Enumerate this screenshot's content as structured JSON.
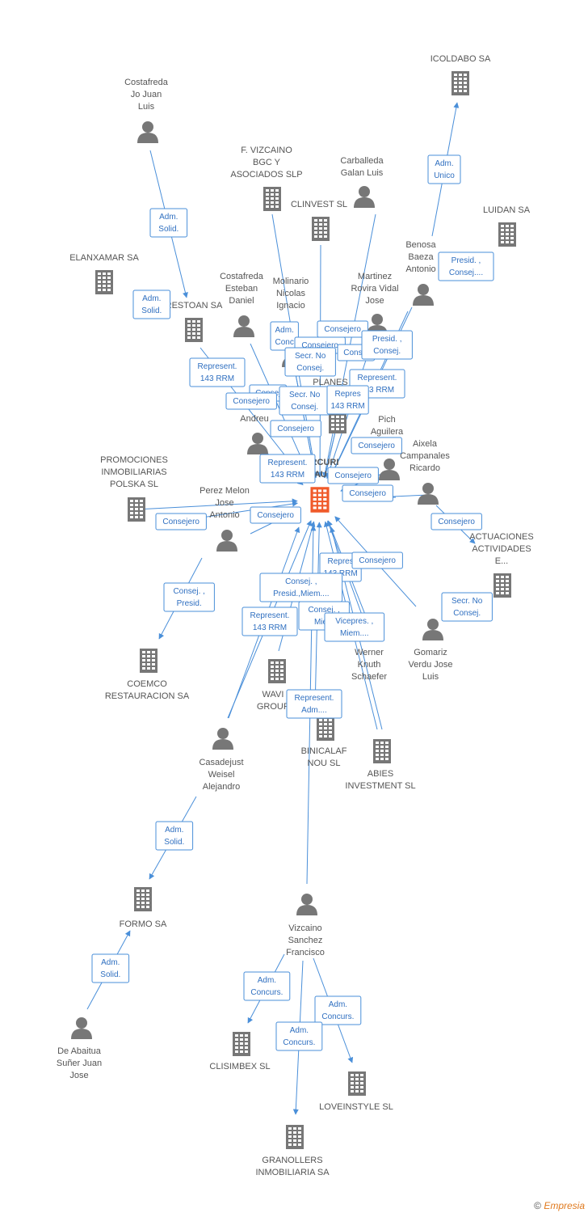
{
  "colors": {
    "node": "#777777",
    "center": "#f05a2a",
    "edge": "#4a8fd9",
    "edge_text": "#2f6fc0"
  },
  "center": {
    "label": [
      "RCURI",
      "AU S"
    ]
  },
  "nodes": [
    {
      "id": "icoldabo",
      "type": "company",
      "label": [
        "ICOLDABO SA"
      ]
    },
    {
      "id": "costafreda_jj",
      "type": "person",
      "label": [
        "Costafreda",
        "Jo Juan",
        "Luis"
      ]
    },
    {
      "id": "vizcaino_bgc",
      "type": "company",
      "label": [
        "F.  VIZCAINO",
        "BGC Y",
        "ASOCIADOS SLP"
      ]
    },
    {
      "id": "carballeda",
      "type": "person",
      "label": [
        "Carballeda",
        "Galan Luis"
      ]
    },
    {
      "id": "clinvest",
      "type": "company",
      "label": [
        "CLINVEST SL"
      ]
    },
    {
      "id": "luidan",
      "type": "company",
      "label": [
        "LUIDAN SA"
      ]
    },
    {
      "id": "benosa",
      "type": "person",
      "label": [
        "Benosa",
        "Baeza",
        "Antonio"
      ]
    },
    {
      "id": "elanxamar",
      "type": "company",
      "label": [
        "ELANXAMAR SA"
      ]
    },
    {
      "id": "restoan",
      "type": "company",
      "label": [
        "RESTOAN SA"
      ]
    },
    {
      "id": "costafreda_ed",
      "type": "person",
      "label": [
        "Costafreda",
        "Esteban",
        "Daniel"
      ]
    },
    {
      "id": "molinario",
      "type": "person",
      "label": [
        "Molinario",
        "Nicolas",
        "Ignacio"
      ]
    },
    {
      "id": "martinez",
      "type": "person",
      "label": [
        "Martinez",
        "Rovira Vidal",
        "Jose"
      ]
    },
    {
      "id": "planes",
      "type": "company",
      "label": [
        "PLANES"
      ]
    },
    {
      "id": "andreu",
      "type": "person",
      "label": [
        "Andreu"
      ]
    },
    {
      "id": "pich",
      "type": "person",
      "label": [
        "Pich",
        "Aguilera"
      ]
    },
    {
      "id": "aixela",
      "type": "person",
      "label": [
        "Aixela",
        "Campanales",
        "Ricardo"
      ]
    },
    {
      "id": "promociones",
      "type": "company",
      "label": [
        "PROMOCIONES",
        "INMOBILIARIAS",
        "POLSKA SL"
      ]
    },
    {
      "id": "perez",
      "type": "person",
      "label": [
        "Perez Melon",
        "Jose",
        "Antonio"
      ]
    },
    {
      "id": "actuaciones",
      "type": "company",
      "label": [
        "ACTUACIONES",
        "ACTIVIDADES",
        "E..."
      ]
    },
    {
      "id": "coemco",
      "type": "company",
      "label": [
        "COEMCO",
        "RESTAURACION SA"
      ]
    },
    {
      "id": "wavi",
      "type": "company",
      "label": [
        "WAVI",
        "GROUP"
      ]
    },
    {
      "id": "werner",
      "type": "person",
      "label": [
        "Werner",
        "Knuth",
        "Schaefer"
      ]
    },
    {
      "id": "gomariz",
      "type": "person",
      "label": [
        "Gomariz",
        "Verdu Jose",
        "Luis"
      ]
    },
    {
      "id": "casadejust",
      "type": "person",
      "label": [
        "Casadejust",
        "Weisel",
        "Alejandro"
      ]
    },
    {
      "id": "binicalaf",
      "type": "company",
      "label": [
        "BINICALAF",
        "NOU SL"
      ]
    },
    {
      "id": "abies",
      "type": "company",
      "label": [
        "ABIES",
        "INVESTMENT  SL"
      ]
    },
    {
      "id": "formo",
      "type": "company",
      "label": [
        "FORMO SA"
      ]
    },
    {
      "id": "vizcaino_sf",
      "type": "person",
      "label": [
        "Vizcaino",
        "Sanchez",
        "Francisco"
      ]
    },
    {
      "id": "deabaitua",
      "type": "person",
      "label": [
        "De Abaitua",
        "Suñer Juan",
        "Jose"
      ]
    },
    {
      "id": "clisimbex",
      "type": "company",
      "label": [
        "CLISIMBEX SL"
      ]
    },
    {
      "id": "loveinstyle",
      "type": "company",
      "label": [
        "LOVEINSTYLE SL"
      ]
    },
    {
      "id": "granollers",
      "type": "company",
      "label": [
        "GRANOLLERS",
        "INMOBILIARIA SA"
      ]
    }
  ],
  "relations": [
    {
      "label": [
        "Adm.",
        "Unico"
      ]
    },
    {
      "label": [
        "Adm.",
        "Solid."
      ]
    },
    {
      "label": [
        "Presid. ,",
        "Consej...."
      ]
    },
    {
      "label": [
        "Adm.",
        "Solid."
      ]
    },
    {
      "label": [
        "Adm.",
        "Conc"
      ]
    },
    {
      "label": [
        "Consejero"
      ]
    },
    {
      "label": [
        "Consejero"
      ]
    },
    {
      "label": [
        "Secr.  No",
        "Consej."
      ]
    },
    {
      "label": [
        "Consej"
      ]
    },
    {
      "label": [
        "Presid. ,",
        "Consej."
      ]
    },
    {
      "label": [
        "Represent.",
        "143 RRM"
      ]
    },
    {
      "label": [
        "Represent.",
        "143 RRM"
      ]
    },
    {
      "label": [
        "Consej"
      ]
    },
    {
      "label": [
        "Secr.  No",
        "Consej."
      ]
    },
    {
      "label": [
        "Consejero"
      ]
    },
    {
      "label": [
        "Repres",
        "143 RRM"
      ]
    },
    {
      "label": [
        "Consejero"
      ]
    },
    {
      "label": [
        "Consejero"
      ]
    },
    {
      "label": [
        "Represent.",
        "143 RRM"
      ]
    },
    {
      "label": [
        "Consejero"
      ]
    },
    {
      "label": [
        "Consejero"
      ]
    },
    {
      "label": [
        "Consejero"
      ]
    },
    {
      "label": [
        "Consejero"
      ]
    },
    {
      "label": [
        "Consejero"
      ]
    },
    {
      "label": [
        "Repres",
        "143 RRM"
      ]
    },
    {
      "label": [
        "Consejero"
      ]
    },
    {
      "label": [
        "Consej. ,",
        "Presid.,Miem...."
      ]
    },
    {
      "label": [
        "Consej. ,",
        "Presid."
      ]
    },
    {
      "label": [
        "Secr.  No",
        "Consej."
      ]
    },
    {
      "label": [
        "Represent.",
        "143 RRM"
      ]
    },
    {
      "label": [
        "Consej. ,",
        "Miem"
      ]
    },
    {
      "label": [
        "Vicepres. ,",
        "Miem...."
      ]
    },
    {
      "label": [
        "Represent.",
        "Adm...."
      ]
    },
    {
      "label": [
        "Adm.",
        "Solid."
      ]
    },
    {
      "label": [
        "Adm.",
        "Solid."
      ]
    },
    {
      "label": [
        "Adm.",
        "Concurs."
      ]
    },
    {
      "label": [
        "Adm.",
        "Concurs."
      ]
    },
    {
      "label": [
        "Adm.",
        "Concurs."
      ]
    }
  ],
  "footer": {
    "copyright": "©",
    "brand": "Empresia"
  }
}
